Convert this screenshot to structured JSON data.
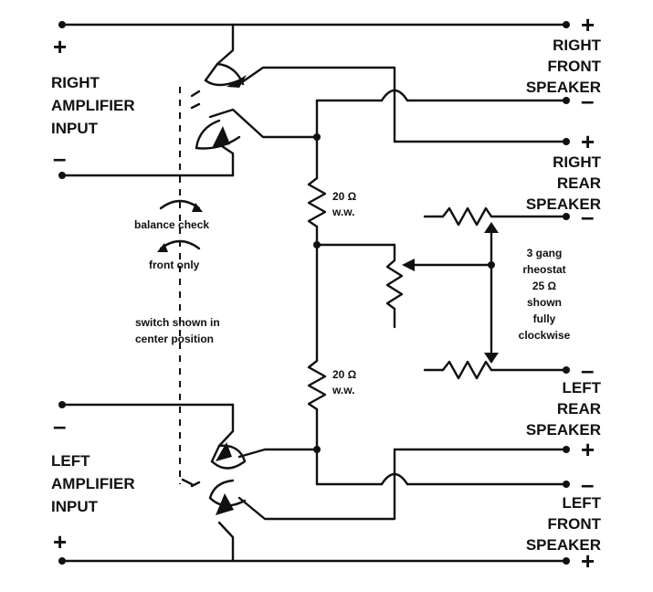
{
  "labels": {
    "right_amp": [
      "RIGHT",
      "AMPLIFIER",
      "INPUT"
    ],
    "left_amp": [
      "LEFT",
      "AMPLIFIER",
      "INPUT"
    ],
    "right_front": [
      "RIGHT",
      "FRONT",
      "SPEAKER"
    ],
    "right_rear": [
      "RIGHT",
      "REAR",
      "SPEAKER"
    ],
    "left_rear": [
      "LEFT",
      "REAR",
      "SPEAKER"
    ],
    "left_front": [
      "LEFT",
      "FRONT",
      "SPEAKER"
    ],
    "balance_check": "balance check",
    "front_only": "front only",
    "switch_note": [
      "switch shown in",
      "center position"
    ],
    "resistor_top": [
      "20 Ω",
      "w.w."
    ],
    "resistor_bottom": [
      "20 Ω",
      "w.w."
    ],
    "rheostat": [
      "3 gang",
      "rheostat",
      "25 Ω",
      "shown",
      "fully",
      "clockwise"
    ],
    "plus": "+",
    "minus": "–"
  }
}
